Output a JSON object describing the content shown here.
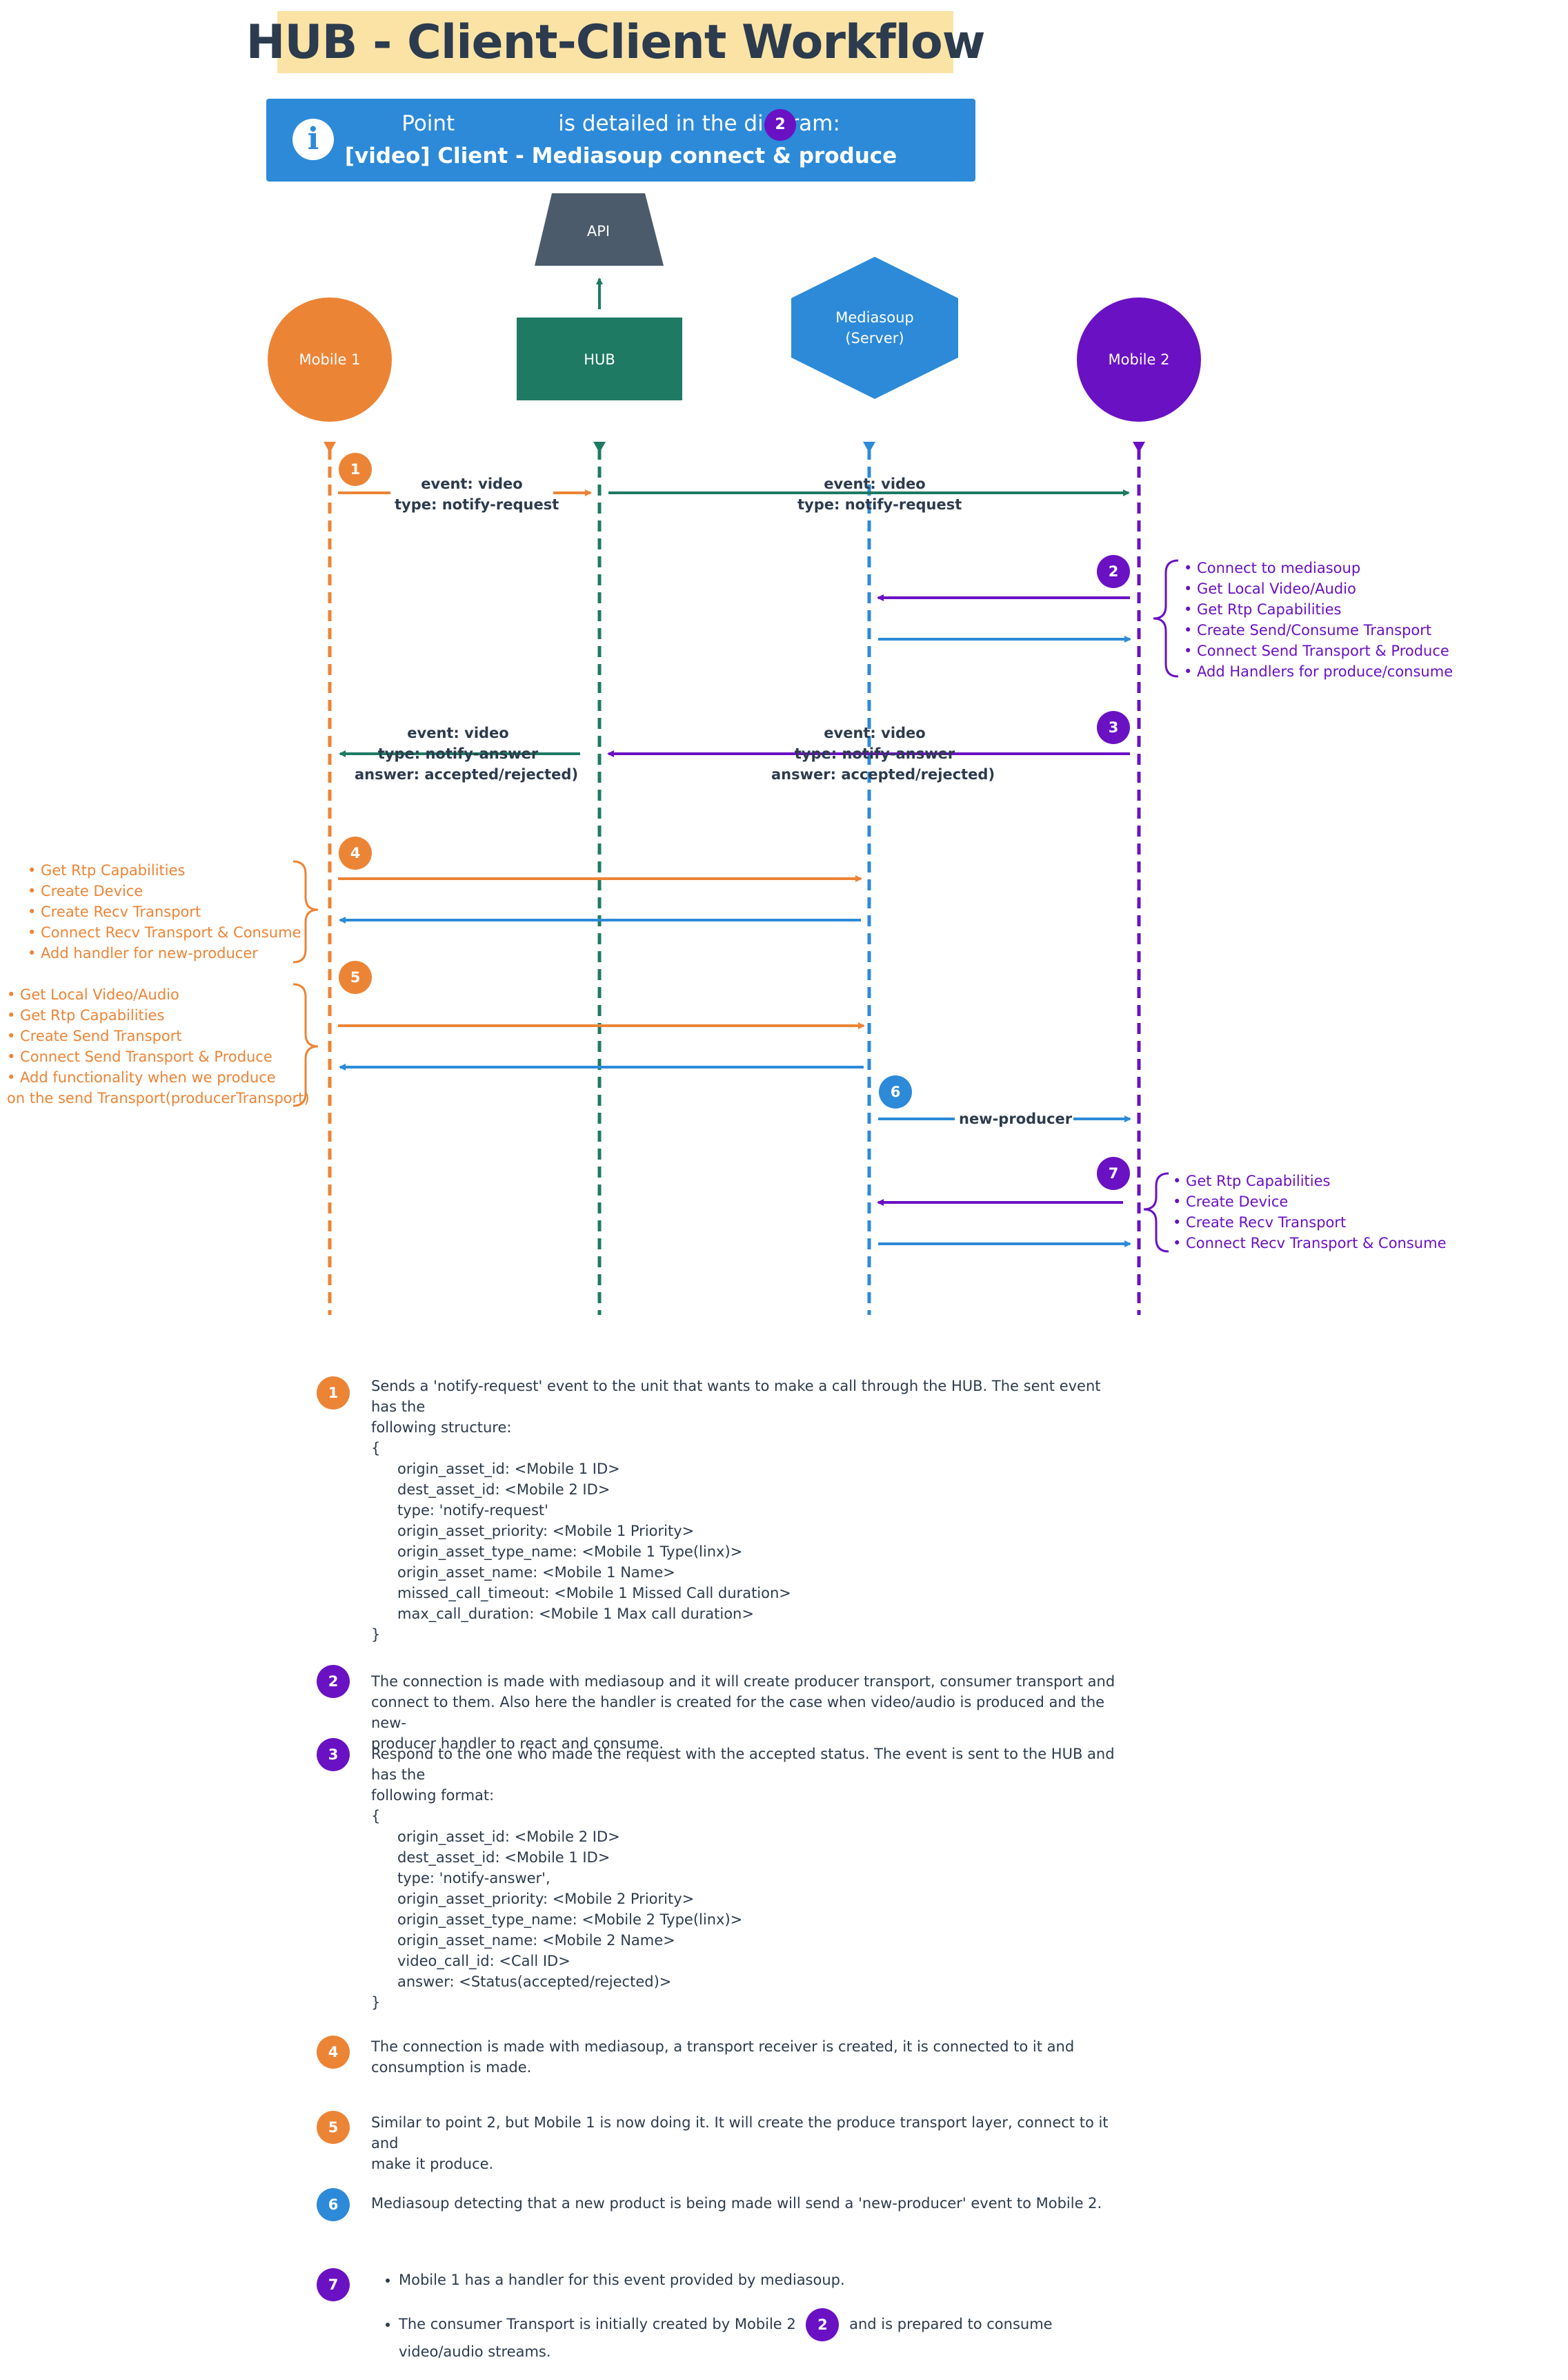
{
  "title": "HUB - Client-Client Workflow",
  "banner": {
    "line1_before": "Point",
    "badge": "2",
    "line1_after": "is detailed in the diagram:",
    "line2": "[video] Client - Mediasoup connect & produce",
    "icon": "info-icon"
  },
  "actors": {
    "api": "API",
    "mobile1": "Mobile 1",
    "hub": "HUB",
    "mediasoup_line1": "Mediasoup",
    "mediasoup_line2": "(Server)",
    "mobile2": "Mobile 2"
  },
  "colors": {
    "orange": "#ec8436",
    "purple": "#6a11c4",
    "blue": "#2d8ad8",
    "teal": "#1f7a63",
    "slate": "#4b5b6b"
  },
  "steps": {
    "s1": "1",
    "s2": "2",
    "s3": "3",
    "s4": "4",
    "s5": "5",
    "s6": "6",
    "s7": "7"
  },
  "messages": {
    "m1a_l1": "event: video",
    "m1a_l2": "type: notify-request",
    "m1b_l1": "event: video",
    "m1b_l2": "type: notify-request",
    "m3a_l1": "event: video",
    "m3a_l2": "type: notify-answer",
    "m3a_l3": "answer: accepted/rejected)",
    "m3b_l1": "event: video",
    "m3b_l2": "type: notify-answer",
    "m3b_l3": "answer: accepted/rejected)",
    "m6": "new-producer"
  },
  "notes": {
    "n2": [
      "• Connect to mediasoup",
      "• Get Local Video/Audio",
      "• Get Rtp Capabilities",
      "• Create Send/Consume Transport",
      "• Connect Send Transport & Produce",
      "• Add Handlers for produce/consume"
    ],
    "n4": [
      "• Get Rtp Capabilities",
      "• Create Device",
      "• Create Recv Transport",
      "• Connect Recv Transport & Consume",
      "• Add handler for new-producer"
    ],
    "n5": [
      "• Get Local Video/Audio",
      "• Get Rtp Capabilities",
      "• Create Send Transport",
      "• Connect Send Transport & Produce",
      "• Add functionality when we produce",
      "on the send Transport(producerTransport)"
    ],
    "n7": [
      "• Get Rtp Capabilities",
      "• Create Device",
      "• Create Recv Transport",
      "• Connect Recv Transport & Consume"
    ]
  },
  "descriptions": {
    "d1": {
      "intro1": "Sends a 'notify-request' event to the unit that wants to make a call through the HUB. The sent event has the",
      "intro2": "following structure:",
      "open": "{",
      "fields": [
        "origin_asset_id: <Mobile 1 ID>",
        "dest_asset_id: <Mobile 2 ID>",
        "type: 'notify-request'",
        "origin_asset_priority: <Mobile 1 Priority>",
        "origin_asset_type_name: <Mobile 1 Type(linx)>",
        "origin_asset_name: <Mobile 1 Name>",
        "missed_call_timeout: <Mobile 1 Missed Call duration>",
        "max_call_duration: <Mobile 1 Max call duration>"
      ],
      "close": "}"
    },
    "d2": [
      "The connection is made with mediasoup and it will create producer transport, consumer transport and",
      "connect to them. Also here the handler is created for the case when video/audio is produced and the new-",
      "producer handler to react and consume."
    ],
    "d3": {
      "intro1": "Respond to the one who made the request with the accepted status. The event is sent to the HUB and has the",
      "intro2": "following format:",
      "open": "{",
      "fields": [
        "origin_asset_id: <Mobile 2 ID>",
        "dest_asset_id: <Mobile 1 ID>",
        "type: 'notify-answer',",
        "origin_asset_priority: <Mobile 2 Priority>",
        "origin_asset_type_name: <Mobile 2 Type(linx)>",
        "origin_asset_name: <Mobile 2 Name>",
        "video_call_id: <Call ID>",
        "answer: <Status(accepted/rejected)>"
      ],
      "close": "}"
    },
    "d4": [
      "The connection is made with mediasoup, a transport receiver is created, it is connected to it and",
      "consumption is made."
    ],
    "d5": [
      "Similar to point 2, but Mobile 1 is now doing it. It will create the produce transport layer, connect to it and",
      "make it produce."
    ],
    "d6": "Mediasoup detecting that a new product is being made will send a 'new-producer' event to Mobile 2.",
    "d7": {
      "b1": "Mobile 1 has a handler for this event provided by mediasoup.",
      "b2_before": "The consumer Transport is initially created by Mobile 2",
      "b2_badge": "2",
      "b2_after": "and is prepared to consume video/audio streams."
    }
  }
}
